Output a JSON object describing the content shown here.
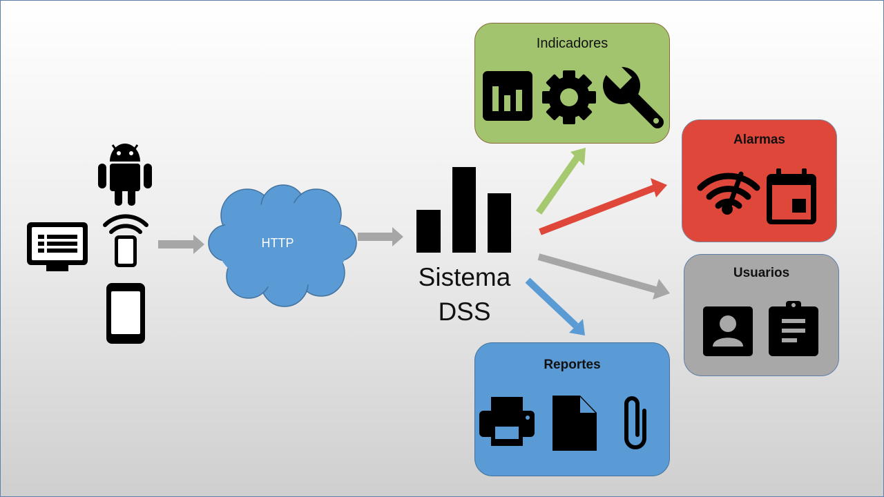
{
  "cloud": {
    "label": "HTTP"
  },
  "system": {
    "line1": "Sistema",
    "line2": "DSS"
  },
  "clients": {
    "icons": [
      "dashboard-monitor-icon",
      "android-icon",
      "wireless-device-icon",
      "smartphone-icon"
    ]
  },
  "modules": {
    "indicadores": {
      "title": "Indicadores",
      "color": "#a3c46f",
      "icons": [
        "bar-chart-icon",
        "gear-icon",
        "wrench-icon"
      ]
    },
    "alarmas": {
      "title": "Alarmas",
      "color": "#e0473b",
      "icons": [
        "weak-signal-icon",
        "calendar-icon"
      ]
    },
    "usuarios": {
      "title": "Usuarios",
      "color": "#a8a8a8",
      "icons": [
        "contact-card-icon",
        "clipboard-icon"
      ]
    },
    "reportes": {
      "title": "Reportes",
      "color": "#5b9bd5",
      "icons": [
        "printer-icon",
        "document-icon",
        "paperclip-icon"
      ]
    }
  },
  "arrows": {
    "colors": {
      "gray": "#a6a6a6",
      "green": "#a6c86e",
      "red": "#e0473b",
      "blue": "#5b9bd5"
    }
  }
}
